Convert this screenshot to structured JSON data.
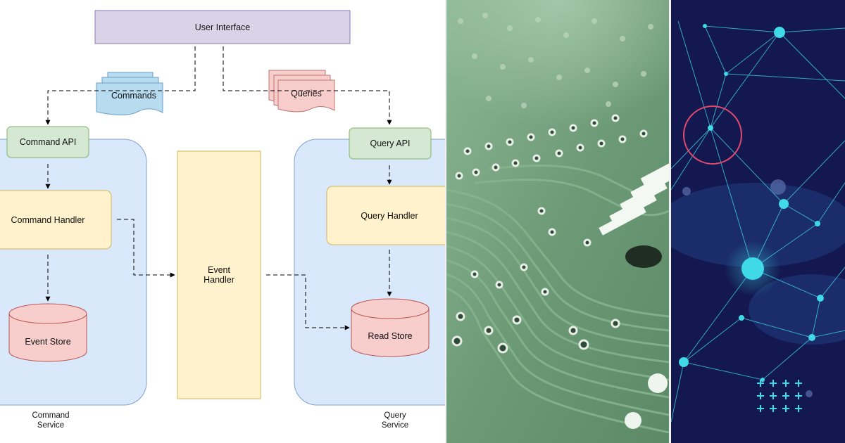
{
  "diagram": {
    "user_interface": "User Interface",
    "commands": "Commands",
    "queries": "Queries",
    "command_api": "Command API",
    "query_api": "Query API",
    "command_handler": "Command Handler",
    "query_handler": "Query Handler",
    "event_handler_line1": "Event",
    "event_handler_line2": "Handler",
    "event_store": "Event Store",
    "read_store": "Read Store",
    "command_service_line1": "Command",
    "command_service_line2": "Service",
    "query_service_line1": "Query",
    "query_service_line2": "Service"
  },
  "colors": {
    "ui_box": "#dad3e8",
    "ui_border": "#8a7ab3",
    "service_bg": "#dae8fc",
    "service_border": "#7f9fd0",
    "api_box": "#d5e8d4",
    "api_border": "#82b366",
    "handler_box": "#fff2cc",
    "handler_border": "#d6b656",
    "store_fill": "#f8cecc",
    "store_border": "#b85450",
    "commands_doc": "#b7dcef",
    "queries_doc": "#f8cecc",
    "circuit_board": "#6f9e78",
    "network_bg": "#131850",
    "network_accent": "#3fd9e8",
    "network_ring": "#e0496b"
  },
  "photos": {
    "left_photo": "circuit-board-photo",
    "right_photo": "network-graph-illustration"
  }
}
